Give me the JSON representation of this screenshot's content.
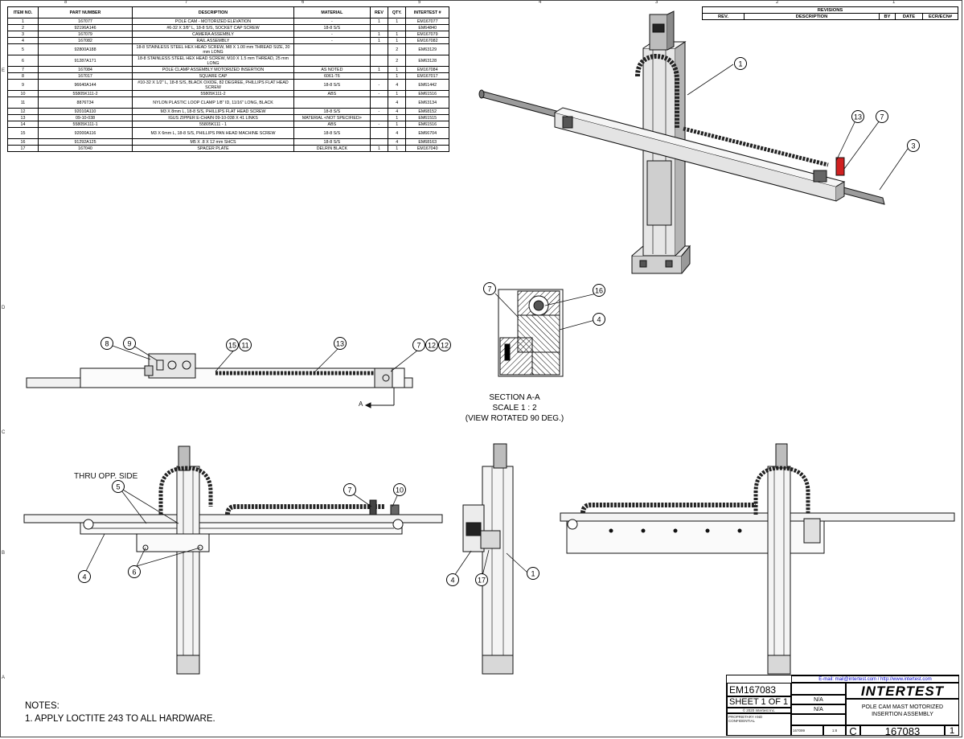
{
  "bom": {
    "headers": [
      "ITEM NO.",
      "PART NUMBER",
      "DESCRIPTION",
      "MATERIAL",
      "REV",
      "QTY.",
      "INTERTEST #"
    ],
    "rows": [
      [
        "1",
        "167077",
        "POLE CAM - MOTORIZED ELEVATION",
        "-",
        "1",
        "1",
        "EM167077"
      ],
      [
        "2",
        "92196A146",
        "#6-32 X 3/8\" L, 18-8 S/S, SOCKET CAP SCREW",
        "18-8 S/S",
        "",
        "",
        "EM64840"
      ],
      [
        "3",
        "167079",
        "CAMERA ASSEMBLY",
        "-",
        "1",
        "1",
        "EM167079"
      ],
      [
        "4",
        "167082",
        "RAIL ASSEMBLY",
        "-",
        "1",
        "1",
        "EM167082"
      ],
      [
        "5",
        "92800A188",
        "18-8 STAINLESS STEEL HEX HEAD SCREW, M8 X 1.00 mm THREAD SIZE, 20 mm LONG",
        "",
        "",
        "2",
        "EM63129"
      ],
      [
        "6",
        "91287A171",
        "18-8 STAINLESS STEEL HEX HEAD SCREW, M10 X 1.5 mm THREAD, 25 mm LONG",
        "",
        "",
        "2",
        "EM63128"
      ],
      [
        "7",
        "167084",
        "POLE CLAMP ASSEMBLY MOTORIZED INSERTION",
        "AS NOTED",
        "1",
        "1",
        "EM167084"
      ],
      [
        "8",
        "167017",
        "SQUARE CAP",
        "6061-T6",
        "",
        "1",
        "EM167017"
      ],
      [
        "9",
        "96640A144",
        "#10-32 X 1/2\" L, 18-8 S/S, BLACK OXIDE, 82 DEGREE, PHILLIPS FLAT HEAD SCREW",
        "18-8 S/S",
        "-",
        "4",
        "EM61442"
      ],
      [
        "10",
        "55805K111-2",
        "55805K111-2",
        "ABS",
        "-",
        "1",
        "EM61516"
      ],
      [
        "11",
        "8876T34",
        "NYLON PLASTIC LOOP CLAMP 1/8\" ID, 11/16\" LONG, BLACK",
        "",
        "",
        "4",
        "EM63134"
      ],
      [
        "12",
        "92010A110",
        "M3 X 8mm L, 18-8 S/S, PHILLIPS FLAT HEAD SCREW",
        "18-8 S/S",
        "-",
        "4",
        "EM68152"
      ],
      [
        "13",
        "09-10-038",
        "IGUS ZIPPER E-CHAIN 09-10-038 X 41 LINKS",
        "MATERIAL <NOT SPECIFIED>",
        "",
        "1",
        "EM61515"
      ],
      [
        "14",
        "55805K111-1",
        "55805K111 - 1",
        "ABS",
        "-",
        "1",
        "EM61516"
      ],
      [
        "15",
        "92000A116",
        "M3 X 6mm L, 18-8 S/S, PHILLIPS PAN HEAD MACHINE SCREW",
        "18-8 S/S",
        "",
        "4",
        "EM66704"
      ],
      [
        "16",
        "91292A125",
        "M5 X .8 X 12 mm SHCS",
        "18-8 S/S",
        "",
        "4",
        "EM68163"
      ],
      [
        "17",
        "167040",
        "SPACER PLATE",
        "DELRIN BLACK",
        "1",
        "1",
        "EM167040"
      ]
    ]
  },
  "revisions": {
    "title": "REVISIONS",
    "headers": [
      "REV.",
      "DESCRIPTION",
      "BY",
      "DATE",
      "ECR/ECN#"
    ]
  },
  "zones": {
    "top": [
      "8",
      "7",
      "6",
      "5",
      "4",
      "3",
      "2",
      "1"
    ],
    "left": [
      "E",
      "D",
      "C",
      "B",
      "A"
    ]
  },
  "balloons": {
    "iso": [
      "1",
      "13",
      "7",
      "3"
    ],
    "top_view": [
      "8",
      "9",
      "15",
      "11",
      "13",
      "7",
      "12",
      "12"
    ],
    "section": [
      "7",
      "16",
      "4"
    ],
    "front": [
      "5",
      "7",
      "10",
      "4",
      "6"
    ],
    "side": [
      "4",
      "17",
      "1"
    ]
  },
  "labels": {
    "section_marker": "A",
    "thru_opp_side": "THRU OPP. SIDE",
    "section_line1": "SECTION A-A",
    "section_line2": "SCALE 1 : 2",
    "section_line3": "(VIEW ROTATED 90 DEG.)"
  },
  "notes": {
    "title": "NOTES:",
    "items": [
      "1. APPLY LOCTITE 243 TO ALL HARDWARE."
    ]
  },
  "title_block": {
    "contact": "E-mail: mail@intertest.com / http://www.intertest.com",
    "part_id": "EM167083",
    "sheet": "SHEET 1 OF 1",
    "copyright": "© 2020 Intertest Inc.",
    "finish": "N/A",
    "material": "N/A",
    "company": "INTERTEST",
    "description": "POLE CAM MAST MOTORIZED INSERTION ASSEMBLY",
    "size": "C",
    "dwg_no": "167083",
    "rev": "1",
    "prop_text": "PROPRIETARY AND CONFIDENTIAL",
    "sub_number": "167099",
    "scale": "1:8"
  }
}
